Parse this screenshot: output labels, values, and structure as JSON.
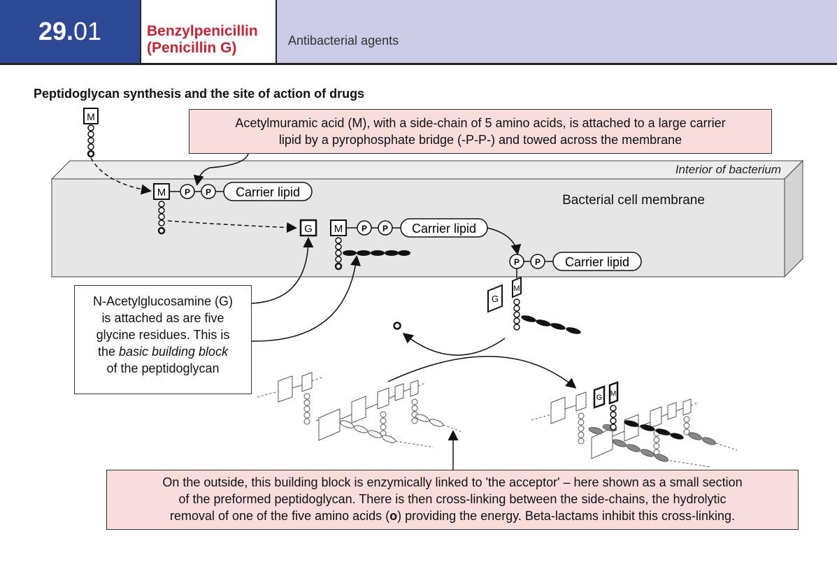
{
  "header": {
    "chapter_bold": "29.",
    "chapter_rest": "01",
    "drug_line1": "Benzylpenicillin",
    "drug_line2": "(Penicillin G)",
    "category": "Antibacterial agents"
  },
  "section_title": "Peptidoglycan synthesis and the site of action of drugs",
  "diagram": {
    "callout_top_line1": "Acetylmuramic acid (M), with a side-chain of 5 amino acids, is attached to a large carrier",
    "callout_top_line2": "lipid by a pyrophosphate bridge (-P-P-) and towed across the membrane",
    "interior_label": "Interior of bacterium",
    "membrane_label": "Bacterial cell membrane",
    "carrier_lipid": "Carrier lipid",
    "m_label": "M",
    "g_label": "G",
    "p_label": "P",
    "callout_left_lines": [
      "N-Acetylglucosamine (G)",
      "is attached as are five",
      "glycine residues. This is"
    ],
    "callout_left_italic_pre": "the ",
    "callout_left_italic": "basic building block",
    "callout_left_last": "of the peptidoglycan",
    "callout_bottom_line1": "On the outside, this building block is enzymically linked to 'the acceptor' – here shown as a small section",
    "callout_bottom_line2": "of the preformed peptidoglycan. There is then cross-linking between the side-chains, the hydrolytic",
    "callout_bottom_line3_pre": "removal of one of the five amino acids (",
    "callout_bottom_line3_bold": "o",
    "callout_bottom_line3_post": ") providing the energy. Beta-lactams inhibit this cross-linking."
  },
  "colors": {
    "header_blue": "#2e4a97",
    "header_lavender": "#cbcbe5",
    "drug_red": "#d0202f",
    "callout_pink": "#f9dcdc",
    "membrane_grey": "#e6e6e6"
  }
}
